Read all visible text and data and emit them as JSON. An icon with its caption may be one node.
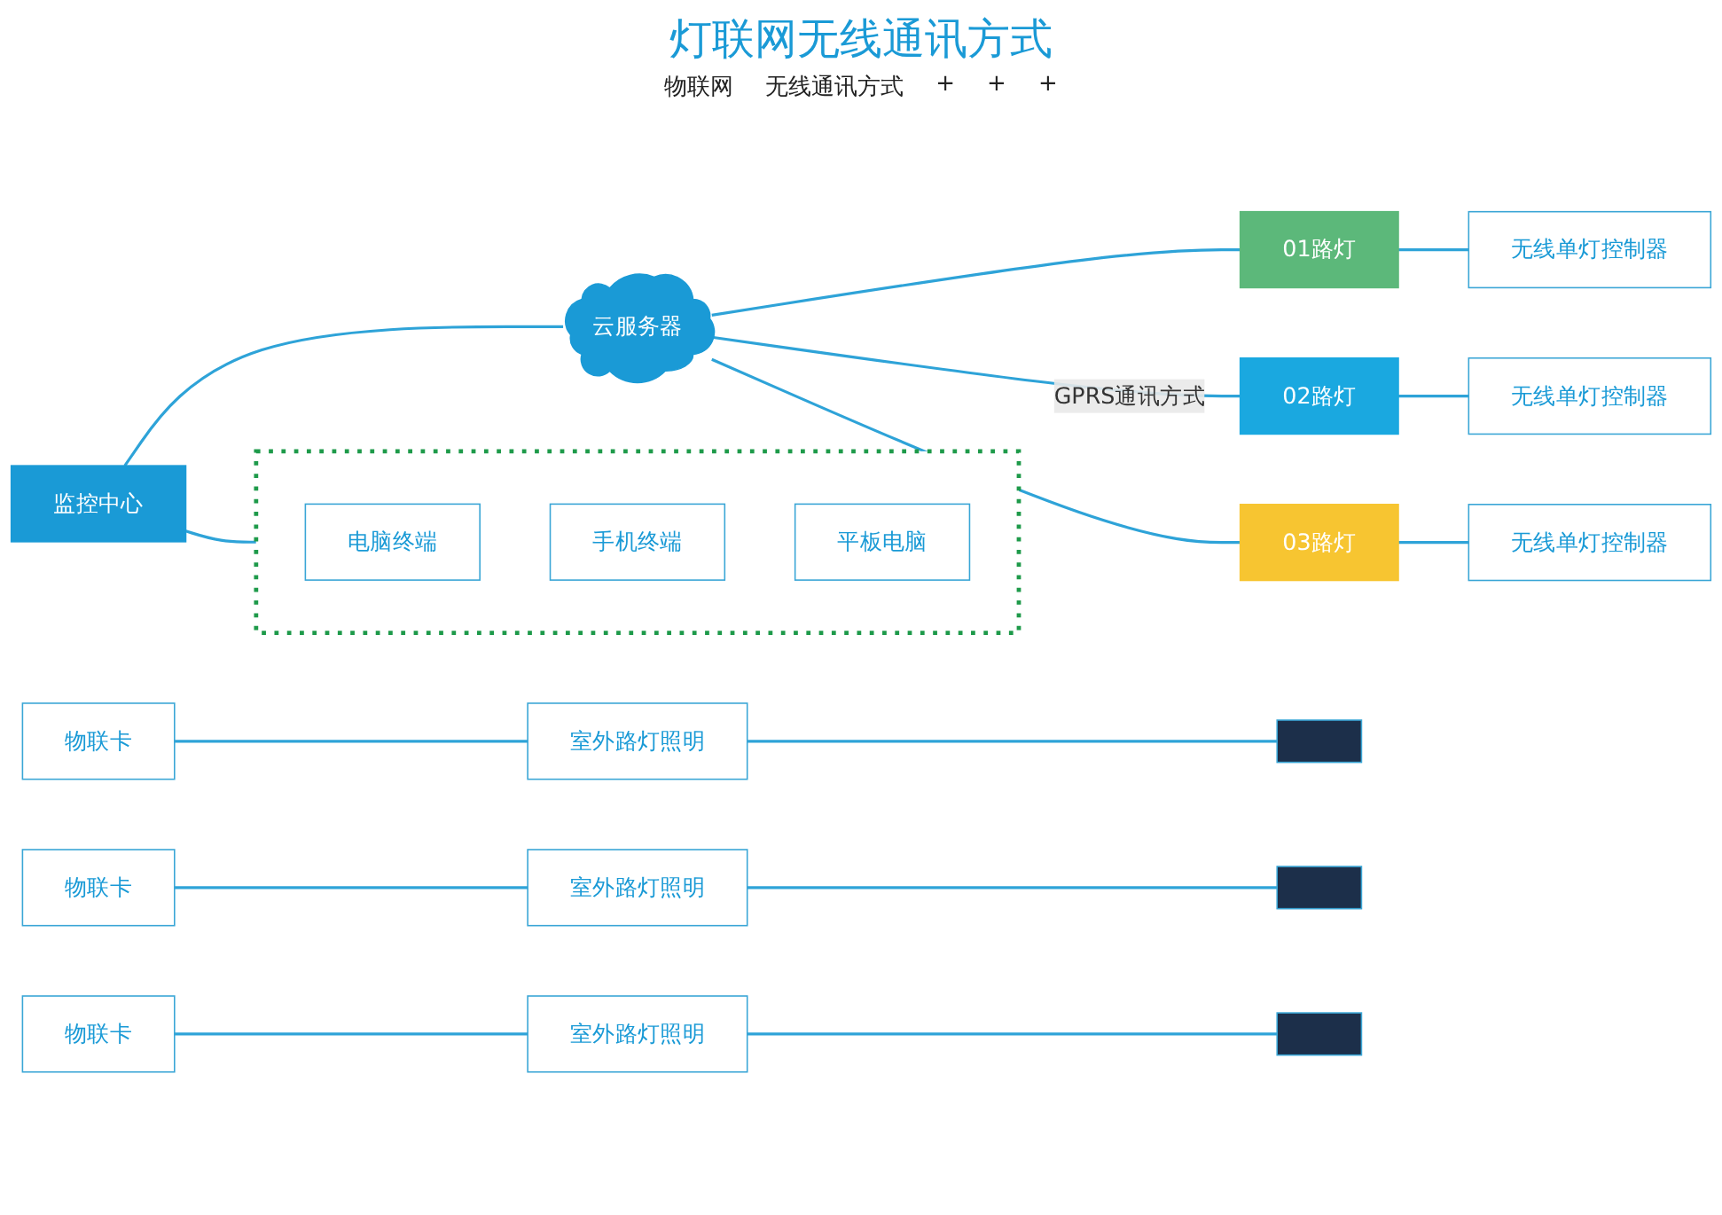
{
  "diagram": {
    "title": "灯联网无线通讯方式",
    "nodes": [
      {
        "text": [
          "监控中心"
        ]
      },
      {
        "text": [],
        "shape": "box"
      },
      {
        "text": [
          "电脑终端"
        ],
        "in": 1
      },
      {
        "text": [
          "手机终端"
        ],
        "in": 1
      },
      {
        "text": [
          "平板电脑"
        ],
        "in": 1
      },
      {
        "text": [
          "云服务器"
        ]
      },
      {
        "text": [
          "01路灯"
        ]
      },
      {
        "text": [
          "无线单灯控制器"
        ]
      },
      {
        "text": [
          "物联卡"
        ]
      },
      {
        "text": [
          "室外路灯照明"
        ]
      },
      {
        "text": [],
        "shape": "box"
      },
      {
        "text": [
          "02路灯"
        ]
      },
      {
        "text": [
          "无线单灯控制器"
        ]
      },
      {
        "text": [
          "物联卡"
        ]
      },
      {
        "text": [
          "室外路灯照明"
        ]
      },
      {
        "text": [],
        "shape": "box"
      },
      {
        "text": [
          "03路灯"
        ]
      },
      {
        "text": [
          "无线单灯控制器"
        ]
      },
      {
        "text": [
          "物联卡"
        ]
      },
      {
        "text": [
          "室外路灯照明"
        ]
      },
      {
        "text": [],
        "shape": "box"
      }
    ],
    "edges": [
      {
        "from": 0,
        "to": 1,
        "arrow": "none"
      },
      {
        "from": 0,
        "to": 5,
        "arrow": "none"
      },
      {
        "from": 5,
        "to": 6,
        "arrow": "none"
      },
      {
        "from": 5,
        "to": 11,
        "arrow": "none",
        "label": "GPRS通讯方式"
      },
      {
        "from": 5,
        "to": 16,
        "arrow": "none"
      },
      {
        "from": 6,
        "to": 7,
        "arrow": "none"
      },
      {
        "from": 8,
        "to": 9,
        "arrow": "none"
      },
      {
        "from": 9,
        "to": 10,
        "arrow": "none"
      },
      {
        "from": 11,
        "to": 12,
        "arrow": "none"
      },
      {
        "from": 13,
        "to": 14,
        "arrow": "none"
      },
      {
        "from": 14,
        "to": 15,
        "arrow": "none"
      },
      {
        "from": 16,
        "to": 17,
        "arrow": "none"
      },
      {
        "from": 18,
        "to": 19,
        "arrow": "none"
      },
      {
        "from": 19,
        "to": 20,
        "arrow": "none"
      }
    ],
    "labels": [
      "物联网",
      "无线通讯方式",
      "+",
      "+",
      "+"
    ]
  }
}
